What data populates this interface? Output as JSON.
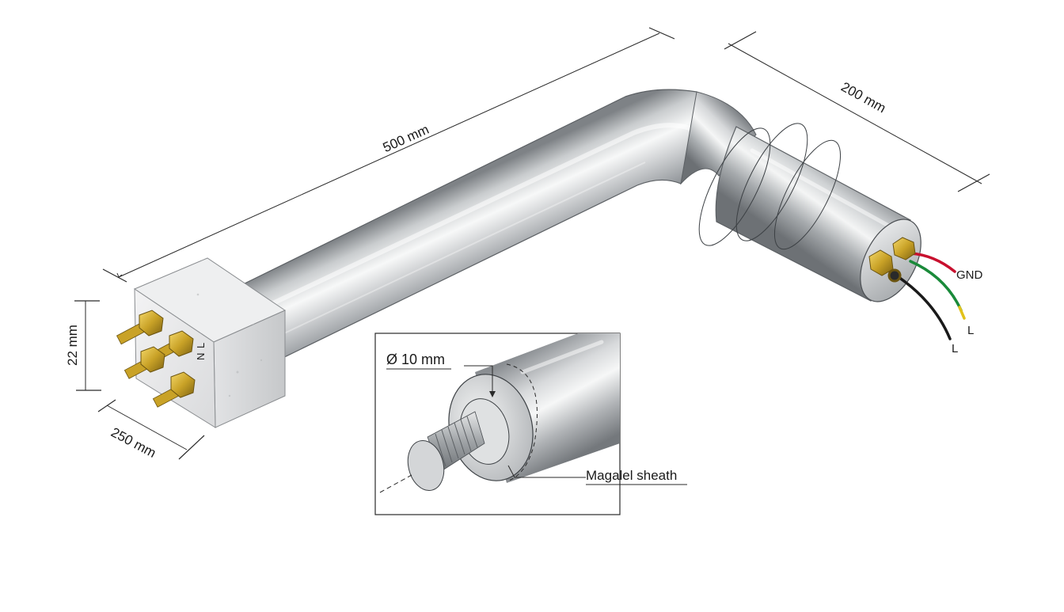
{
  "dimensions": {
    "length_main": "500 mm",
    "length_bend": "200 mm",
    "height_block": "22 mm",
    "width_block": "250 mm"
  },
  "terminal_block_marks": {
    "top": "L",
    "bottom": "N"
  },
  "wires": {
    "ground_label": "GND",
    "live_label_1": "L",
    "live_label_2": "L",
    "colors": {
      "red": "#c8102e",
      "green": "#1a8a3a",
      "black": "#1a1a1a",
      "yellow_tip": "#e2c21a"
    }
  },
  "detail_inset": {
    "diameter_label": "Ø 10 mm",
    "sheath_label": "Magalel sheath"
  },
  "colors": {
    "steel_light": "#f2f3f4",
    "steel_mid": "#b9bcbf",
    "steel_dark": "#6f7377",
    "brass": "#c9a227",
    "block": "#e6e7e8"
  }
}
